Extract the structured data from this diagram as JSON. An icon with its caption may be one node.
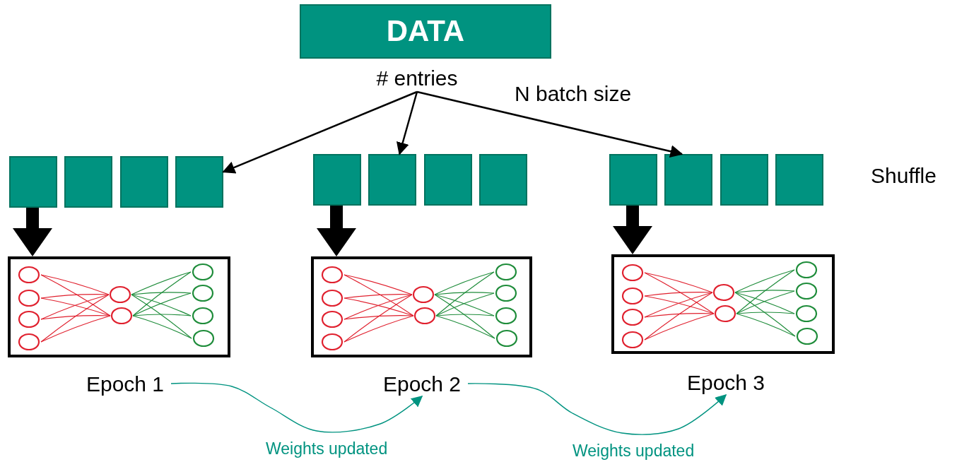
{
  "diagram": {
    "nodes": [
      {
        "text": [
          "DATA"
        ]
      },
      {
        "text": [
          "# entries"
        ]
      },
      {
        "text": [],
        "shape": "box"
      },
      {
        "text": [],
        "shape": "box"
      },
      {
        "text": [],
        "shape": "box"
      },
      {
        "text": [],
        "shape": "box"
      },
      {
        "text": [],
        "shape": "box"
      },
      {
        "text": [],
        "shape": "box"
      },
      {
        "text": [],
        "shape": "box"
      },
      {
        "text": [],
        "shape": "box"
      },
      {
        "text": [],
        "shape": "box"
      },
      {
        "text": [],
        "shape": "box"
      },
      {
        "text": [],
        "shape": "box"
      },
      {
        "text": [],
        "shape": "box"
      },
      {
        "text": [],
        "shape": "box"
      },
      {
        "text": [],
        "shape": "box"
      },
      {
        "text": [],
        "shape": "box"
      },
      {
        "text": [
          "Epoch 1"
        ]
      },
      {
        "text": [
          "Epoch 2"
        ]
      },
      {
        "text": [
          "Epoch 3"
        ]
      }
    ],
    "edges": [
      {
        "from": 1,
        "to": 5,
        "arrow": "to"
      },
      {
        "from": 1,
        "to": 7,
        "arrow": "to"
      },
      {
        "from": 1,
        "to": 11,
        "arrow": "to",
        "label": "N batch size"
      },
      {
        "from": 2,
        "to": 14,
        "arrow": "to",
        "style": "thick"
      },
      {
        "from": 6,
        "to": 15,
        "arrow": "to",
        "style": "thick"
      },
      {
        "from": 10,
        "to": 16,
        "arrow": "to",
        "style": "thick"
      },
      {
        "from": 17,
        "to": 18,
        "arrow": "to",
        "label": "Weights updated",
        "color": "#009380"
      },
      {
        "from": 18,
        "to": 19,
        "arrow": "to",
        "label": "Weights updated",
        "color": "#009380"
      }
    ],
    "labels": [
      "Shuffle"
    ]
  }
}
